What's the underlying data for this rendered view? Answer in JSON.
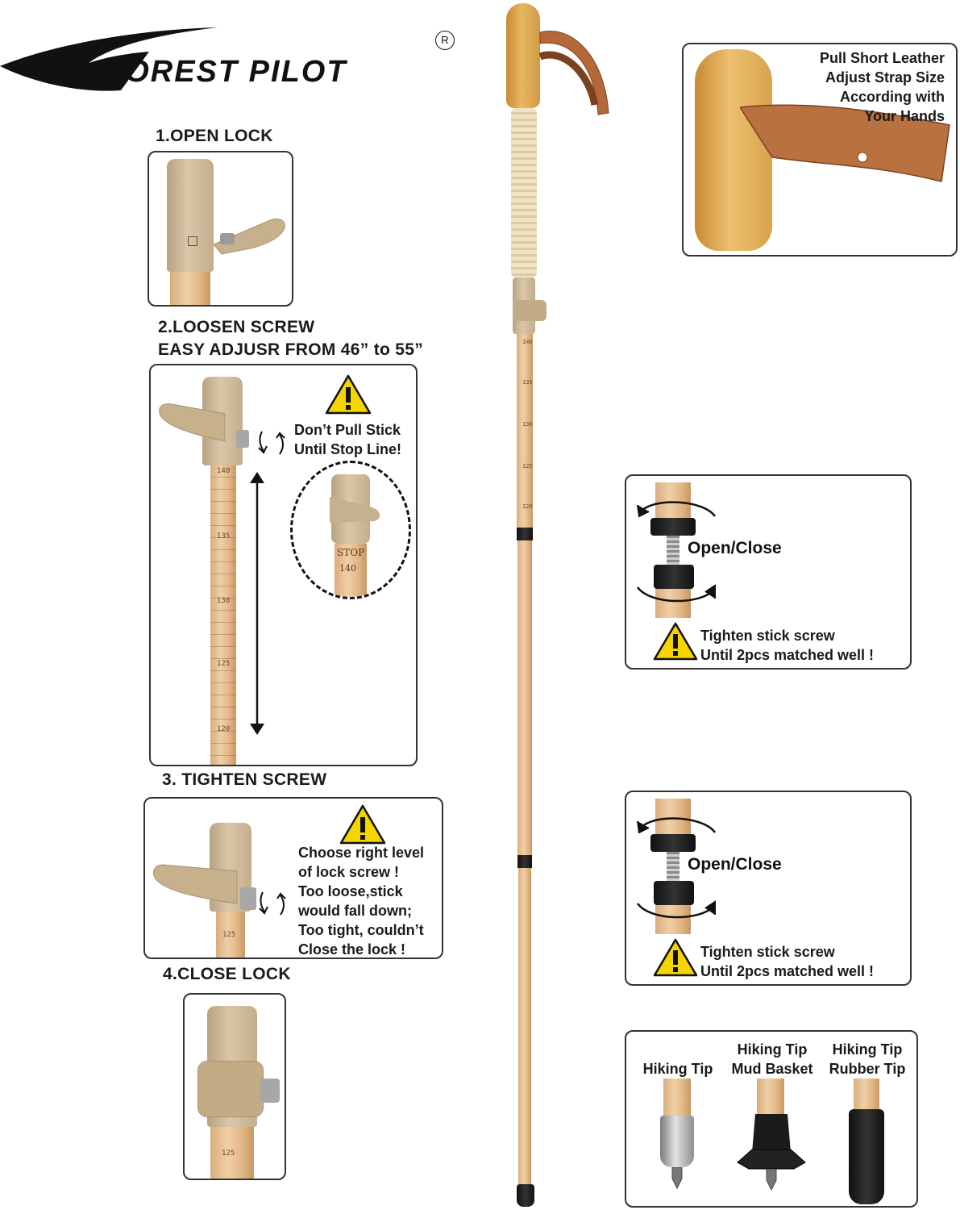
{
  "brand": {
    "name": "FOREST PILOT",
    "registered": "R"
  },
  "steps": {
    "open_lock": "1.OPEN LOCK",
    "loosen_screw": "2.LOOSEN SCREW",
    "adjust_range": "EASY ADJUSR FROM 46” to 55”",
    "tighten_screw": "3. TIGHTEN SCREW",
    "close_lock": "4.CLOSE LOCK"
  },
  "warnings": {
    "pull_line1": "Don’t Pull Stick",
    "pull_line2": "Until Stop Line!",
    "stop_label": "STOP",
    "stop_mark": "140",
    "lock_lines": [
      "Choose right level",
      "of lock screw !",
      "Too loose,stick",
      "would fall down;",
      "Too tight, couldn’t",
      "Close the lock !"
    ]
  },
  "strap_note": [
    "Pull Short Leather",
    "Adjust Strap Size",
    "According with",
    "Your Hands"
  ],
  "joint_panels": [
    {
      "label": "Open/Close",
      "warn1": "Tighten stick screw",
      "warn2": "Until 2pcs matched well !"
    },
    {
      "label": "Open/Close",
      "warn1": "Tighten stick screw",
      "warn2": "Until 2pcs matched well !"
    }
  ],
  "tips": [
    {
      "line1": "",
      "line2": "Hiking Tip"
    },
    {
      "line1": "Hiking Tip",
      "line2": "Mud Basket"
    },
    {
      "line1": "Hiking Tip",
      "line2": "Rubber Tip"
    }
  ],
  "scale_marks": {
    "big": [
      "140",
      "135",
      "130",
      "125",
      "120"
    ],
    "lock_mark": "125",
    "close_mark": "125",
    "pole": [
      "140",
      "135",
      "130",
      "125",
      "120"
    ]
  },
  "colors": {
    "wood": "#e9c79c",
    "cap": "#cdb895",
    "leather": "#b5693a",
    "warning": "#f5d400",
    "handle": "#d9a24b"
  }
}
